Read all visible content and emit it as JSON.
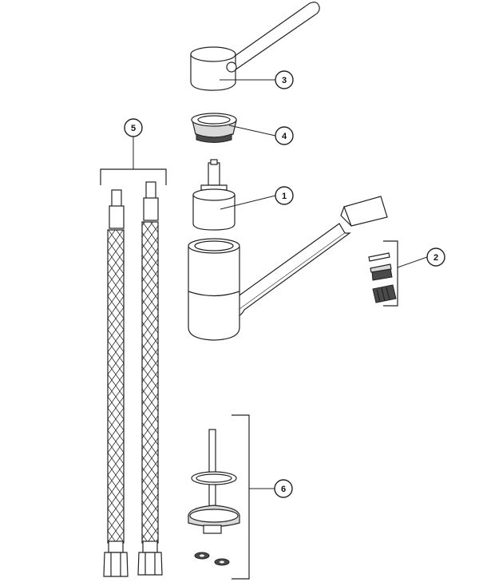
{
  "callouts": {
    "cartridge": "1",
    "aerator": "2",
    "handle": "3",
    "cartridge_nut": "4",
    "flex_hoses": "5",
    "mounting_kit": "6"
  }
}
